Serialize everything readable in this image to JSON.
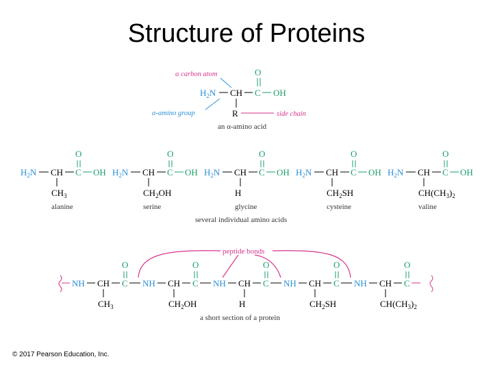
{
  "title": "Structure of Proteins",
  "copyright": "© 2017 Pearson Education, Inc.",
  "colors": {
    "amino": "#2a8fd6",
    "carbonyl": "#1a9e6a",
    "peptide": "#d6338a",
    "text": "#000000"
  },
  "generic": {
    "alpha_carbon_label": "α carbon atom",
    "amino_group_label": "α-amino group",
    "side_chain_label": "side chain",
    "caption": "an α-amino acid",
    "r": "R"
  },
  "amino_acids": [
    {
      "side": "CH3",
      "name": "alanine"
    },
    {
      "side": "CH2OH",
      "name": "serine"
    },
    {
      "side": "H",
      "name": "glycine"
    },
    {
      "side": "CH2SH",
      "name": "cysteine"
    },
    {
      "side": "CH(CH3)2",
      "name": "valine"
    }
  ],
  "individual_caption": "several individual amino acids",
  "protein": {
    "peptide_label": "peptide bonds",
    "caption": "a short section of a protein",
    "sides": [
      "CH3",
      "CH2OH",
      "H",
      "CH2SH",
      "CH(CH3)2"
    ]
  }
}
